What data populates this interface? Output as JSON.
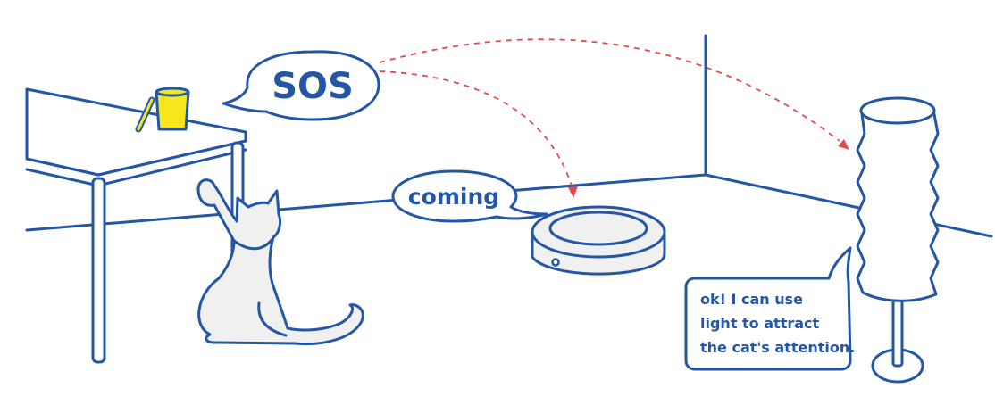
{
  "bubbles": {
    "sos": "SOS",
    "coming": "coming",
    "lamp_lines": [
      "ok! I can use",
      "light to attract",
      "the cat's attention."
    ]
  },
  "colors": {
    "line": "#2456a6",
    "dash": "#e8484a",
    "cup": "#f5e61e",
    "object_fill": "#f0f0f0"
  },
  "icons": [
    "table-icon",
    "cup-icon",
    "cat-icon",
    "robot-vacuum-icon",
    "floor-lamp-icon"
  ]
}
